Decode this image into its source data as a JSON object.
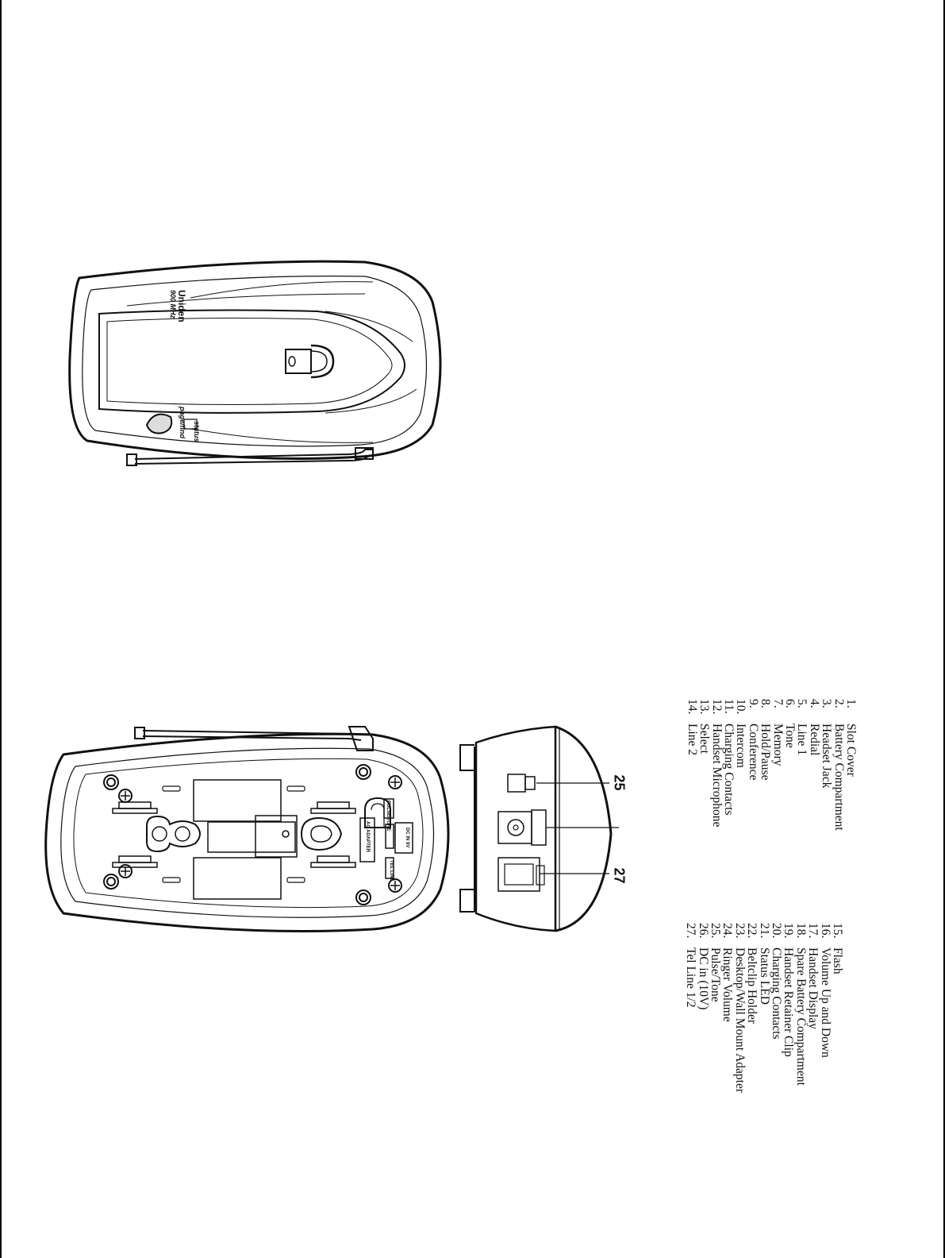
{
  "brand": {
    "name": "Uniden",
    "model": "900 MHz"
  },
  "device_labels": {
    "status": "status",
    "page_find": "page/find",
    "pulse_tone": "PULSE/TONE",
    "dc_in": "DC IN 9V",
    "ac_adapter": "AC ADAPTER",
    "tel_line": "TEL LINE"
  },
  "callouts": [
    "25",
    "27"
  ],
  "parts_list_1": [
    {
      "num": "1.",
      "label": "Slot Cover"
    },
    {
      "num": "2.",
      "label": "Battery Compartment"
    },
    {
      "num": "3.",
      "label": "Headset Jack"
    },
    {
      "num": "4.",
      "label": "Redial"
    },
    {
      "num": "5.",
      "label": "Line 1"
    },
    {
      "num": "6.",
      "label": "Tone"
    },
    {
      "num": "7.",
      "label": "Memory"
    },
    {
      "num": "8.",
      "label": "Hold/Pause"
    },
    {
      "num": "9.",
      "label": "Conference"
    },
    {
      "num": "10.",
      "label": "Intercom"
    },
    {
      "num": "11.",
      "label": "Charging Contacts"
    },
    {
      "num": "12.",
      "label": "Handset Microphone"
    },
    {
      "num": "13.",
      "label": "Select"
    },
    {
      "num": "14.",
      "label": "Line 2"
    }
  ],
  "parts_list_2": [
    {
      "num": "15.",
      "label": "Flash"
    },
    {
      "num": "16.",
      "label": "Volume Up and Down"
    },
    {
      "num": "17.",
      "label": "Handset Display"
    },
    {
      "num": "18.",
      "label": "Spare Battery Compartment"
    },
    {
      "num": "19.",
      "label": "Handset Retainer Clip"
    },
    {
      "num": "20.",
      "label": "Charging Contacts"
    },
    {
      "num": "21.",
      "label": "Status LED"
    },
    {
      "num": "22.",
      "label": "Beltclip Holder"
    },
    {
      "num": "23.",
      "label": "Desktop/Wall Mount Adapter"
    },
    {
      "num": "24.",
      "label": "Ringer Volume"
    },
    {
      "num": "25.",
      "label": "Pulse/Tone"
    },
    {
      "num": "26.",
      "label": "DC in (10V)"
    },
    {
      "num": "27.",
      "label": "Tel Line 1/2"
    }
  ]
}
